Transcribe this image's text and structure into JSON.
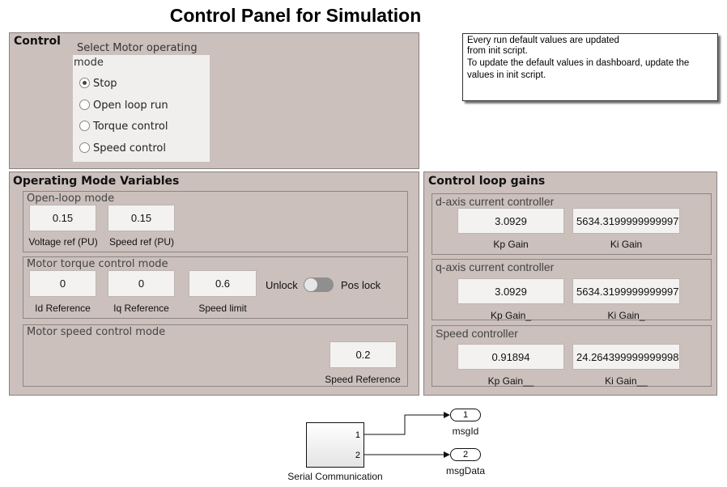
{
  "title": "Control Panel for Simulation",
  "control": {
    "heading": "Control",
    "radio_label_line1": "Select Motor operating",
    "radio_label_line2": "mode",
    "options": [
      "Stop",
      "Open loop run",
      "Torque control",
      "Speed control"
    ],
    "selected": "Stop"
  },
  "note": {
    "lines": [
      "Every run default values are updated",
      "from init script.",
      "To update the default values in dashboard, update the",
      "values in init script."
    ]
  },
  "operating": {
    "heading": "Operating Mode Variables",
    "open_loop": {
      "title": "Open-loop mode",
      "voltage_ref": {
        "value": "0.15",
        "label": "Voltage ref (PU)"
      },
      "speed_ref": {
        "value": "0.15",
        "label": "Speed ref (PU)"
      }
    },
    "torque": {
      "title": "Motor torque control mode",
      "id_ref": {
        "value": "0",
        "label": "Id Reference"
      },
      "iq_ref": {
        "value": "0",
        "label": "Iq Reference"
      },
      "speed_limit": {
        "value": "0.6",
        "label": "Speed limit"
      },
      "toggle_left": "Unlock",
      "toggle_right": "Pos lock"
    },
    "speed": {
      "title": "Motor speed control mode",
      "speed_reference": {
        "value": "0.2",
        "label": "Speed Reference"
      }
    }
  },
  "gains": {
    "heading": "Control loop gains",
    "d_axis": {
      "title": "d-axis current controller",
      "kp": "3.0929",
      "ki": "5634.3199999999997",
      "kp_label": "Kp Gain",
      "ki_label": "Ki Gain"
    },
    "q_axis": {
      "title": "q-axis current controller",
      "kp": "3.0929",
      "ki": "5634.3199999999997",
      "kp_label": "Kp Gain_",
      "ki_label": "Ki Gain_"
    },
    "speed": {
      "title": "Speed controller",
      "kp": "0.91894",
      "ki": "24.264399999999998",
      "kp_label": "Kp Gain__",
      "ki_label": "Ki Gain__"
    }
  },
  "diagram": {
    "block_label": "Serial Communication",
    "port1": "1",
    "port2": "2",
    "out1_num": "1",
    "out1_name": "msgId",
    "out2_num": "2",
    "out2_name": "msgData"
  }
}
